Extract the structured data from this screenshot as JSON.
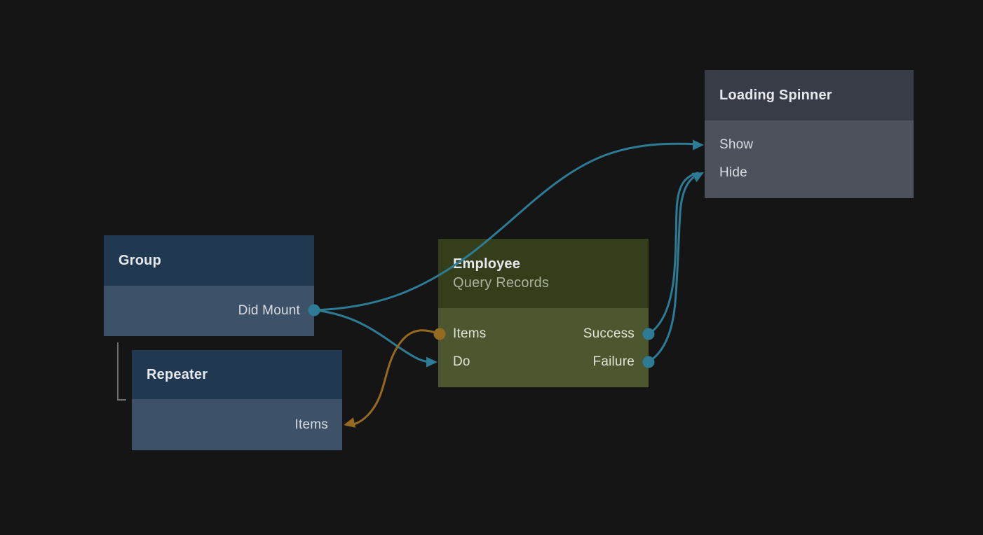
{
  "canvas": {
    "background": "#151515"
  },
  "colors": {
    "signal": "#2d7b94",
    "data": "#936a1f",
    "hierarchy_line": "#6f6f6f"
  },
  "nodes": {
    "group": {
      "title": "Group",
      "header_color": "#213851",
      "body_color": "#3d5269",
      "outputs": [
        "Did Mount"
      ]
    },
    "repeater": {
      "title": "Repeater",
      "header_color": "#213851",
      "body_color": "#3d5269",
      "inputs": [
        "Items"
      ]
    },
    "employee": {
      "title": "Employee",
      "subtitle": "Query Records",
      "header_color": "#343e1b",
      "body_color": "#4d572f",
      "left_ports": [
        "Items",
        "Do"
      ],
      "right_ports": [
        "Success",
        "Failure"
      ]
    },
    "loading_spinner": {
      "title": "Loading Spinner",
      "header_color": "#383c46",
      "body_color": "#4d515c",
      "inputs": [
        "Show",
        "Hide"
      ]
    }
  },
  "connections": [
    {
      "from": "Group.Did Mount",
      "to": "Loading Spinner.Show",
      "type": "signal"
    },
    {
      "from": "Group.Did Mount",
      "to": "Employee.Do",
      "type": "signal"
    },
    {
      "from": "Employee.Items",
      "to": "Repeater.Items",
      "type": "data"
    },
    {
      "from": "Employee.Success",
      "to": "Loading Spinner.Hide",
      "type": "signal"
    },
    {
      "from": "Employee.Failure",
      "to": "Loading Spinner.Hide",
      "type": "signal"
    }
  ],
  "hierarchy": [
    {
      "parent": "Group",
      "child": "Repeater"
    }
  ]
}
